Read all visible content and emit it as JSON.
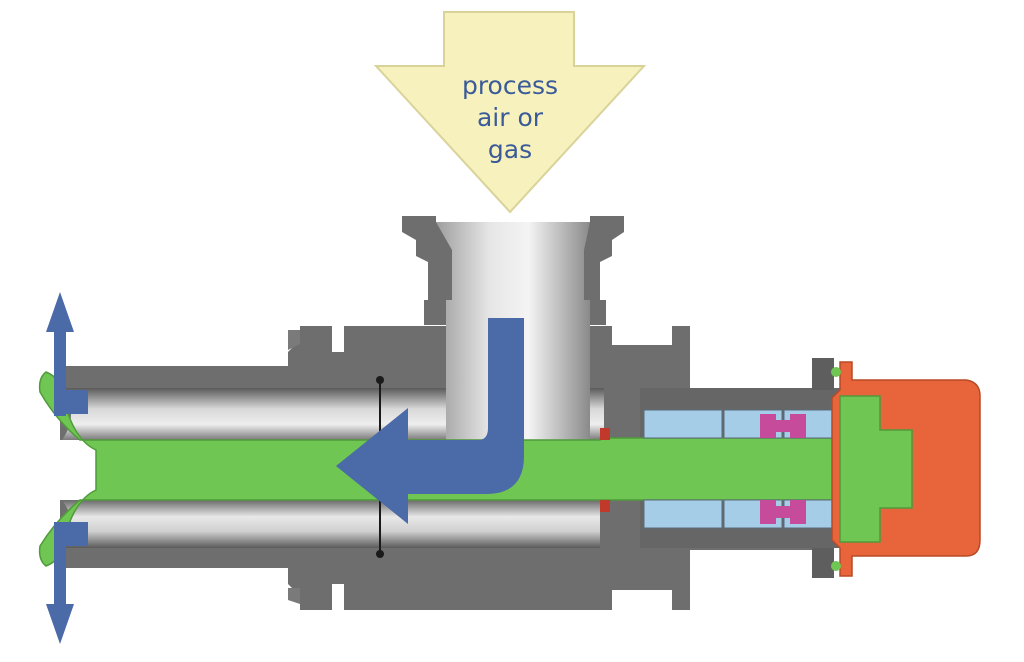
{
  "inlet_arrow": {
    "label_lines": [
      "process",
      "air or",
      "gas"
    ]
  },
  "colors": {
    "housing_gray": "#6e6e6e",
    "housing_dark": "#545454",
    "bore_light": "#d9d9d9",
    "shaft_green": "#6fc653",
    "seal_blue": "#a6cde8",
    "seal_magenta": "#c74b9b",
    "cap_orange": "#e8653b",
    "flow_arrow_blue": "#4a6aa8",
    "inlet_arrow_fill": "#f7f2bd",
    "inlet_arrow_stroke": "#d9d39a",
    "label_text": "#3a5a99",
    "gasket_red": "#c0392b"
  }
}
